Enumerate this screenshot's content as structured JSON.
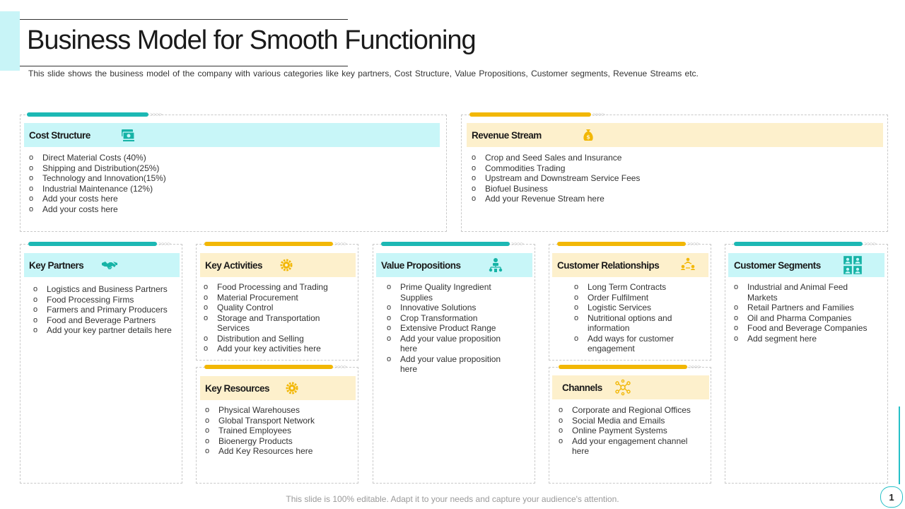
{
  "slide": {
    "title": "Business Model for Smooth Functioning",
    "subtitle": "This slide shows the business model of the company with various  categories like key partners, Cost Structure, Value Propositions, Customer segments, Revenue  Streams etc.",
    "footer": "This slide is 100% editable. Adapt it to your needs and capture your audience's attention.",
    "page_number": "1"
  },
  "colors": {
    "teal": "#1cb8b4",
    "gold": "#f2b705",
    "cyan_fill": "#c8f6f8",
    "cream_fill": "#fdf0cc",
    "icon_teal": "#16b3a6",
    "icon_gold": "#f2b705"
  },
  "cards": {
    "cost_structure": {
      "label": "Cost Structure",
      "icon": "money-icon",
      "items": [
        "Direct Material Costs (40%)",
        "Shipping and Distribution(25%)",
        "Technology and Innovation(15%)",
        "Industrial Maintenance (12%)",
        "Add your costs here",
        "Add your costs here"
      ]
    },
    "revenue_stream": {
      "label": "Revenue Stream",
      "icon": "money-bag-icon",
      "items": [
        "Crop and Seed Sales and Insurance",
        "Commodities Trading",
        "Upstream and Downstream Service Fees",
        "Biofuel Business",
        "Add your Revenue Stream here"
      ]
    },
    "key_partners": {
      "label": "Key Partners",
      "icon": "handshake-icon",
      "items": [
        "Logistics and Business Partners",
        "Food Processing Firms",
        "Farmers and Primary Producers",
        "Food and Beverage Partners",
        "Add your key partner details here"
      ]
    },
    "key_activities": {
      "label": "Key Activities",
      "icon": "gear-icon",
      "items": [
        "Food Processing and Trading",
        "Material Procurement",
        "Quality Control",
        "Storage and Transportation Services",
        "Distribution and Selling",
        "Add your key activities here"
      ]
    },
    "key_resources": {
      "label": "Key Resources",
      "icon": "gear-icon",
      "items": [
        "Physical Warehouses",
        "Global Transport Network",
        "Trained Employees",
        "Bioenergy Products",
        "Add Key Resources here"
      ]
    },
    "value_propositions": {
      "label": "Value Propositions",
      "icon": "org-chart-icon",
      "items": [
        "Prime Quality Ingredient Supplies",
        "Innovative Solutions",
        "Crop Transformation",
        "Extensive Product Range",
        "Add your value proposition here",
        "Add your value proposition here"
      ]
    },
    "customer_relationships": {
      "label": "Customer Relationships",
      "icon": "people-network-icon",
      "items": [
        "Long Term Contracts",
        "Order Fulfilment",
        "Logistic Services",
        "Nutritional options and information",
        "Add ways for customer engagement"
      ]
    },
    "channels": {
      "label": "Channels",
      "icon": "nodes-icon",
      "items": [
        "Corporate and Regional Offices",
        "Social Media and Emails",
        "Online Payment Systems",
        "Add your engagement channel here"
      ]
    },
    "customer_segments": {
      "label": "Customer Segments",
      "icon": "user-grid-icon",
      "items": [
        "Industrial and Animal Feed Markets",
        "Retail Partners and Families",
        "Oil and Pharma Companies",
        "Food and Beverage Companies",
        "Add segment here"
      ]
    }
  }
}
